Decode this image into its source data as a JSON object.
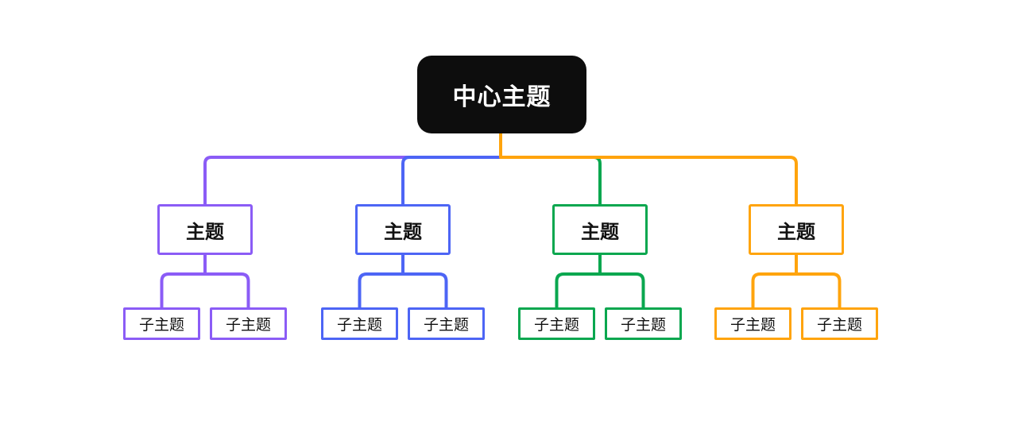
{
  "canvas": {
    "background": "#ffffff"
  },
  "root": {
    "label": "中心主题",
    "bg": "#0d0d0d",
    "text_color": "#ffffff"
  },
  "branches": [
    {
      "label": "主题",
      "color": "#8b5cf6",
      "children": [
        {
          "label": "子主题"
        },
        {
          "label": "子主题"
        }
      ]
    },
    {
      "label": "主题",
      "color": "#4d65f5",
      "children": [
        {
          "label": "子主题"
        },
        {
          "label": "子主题"
        }
      ]
    },
    {
      "label": "主题",
      "color": "#0aa74f",
      "children": [
        {
          "label": "子主题"
        },
        {
          "label": "子主题"
        }
      ]
    },
    {
      "label": "主题",
      "color": "#ffa40d",
      "children": [
        {
          "label": "子主题"
        },
        {
          "label": "子主题"
        }
      ]
    }
  ]
}
